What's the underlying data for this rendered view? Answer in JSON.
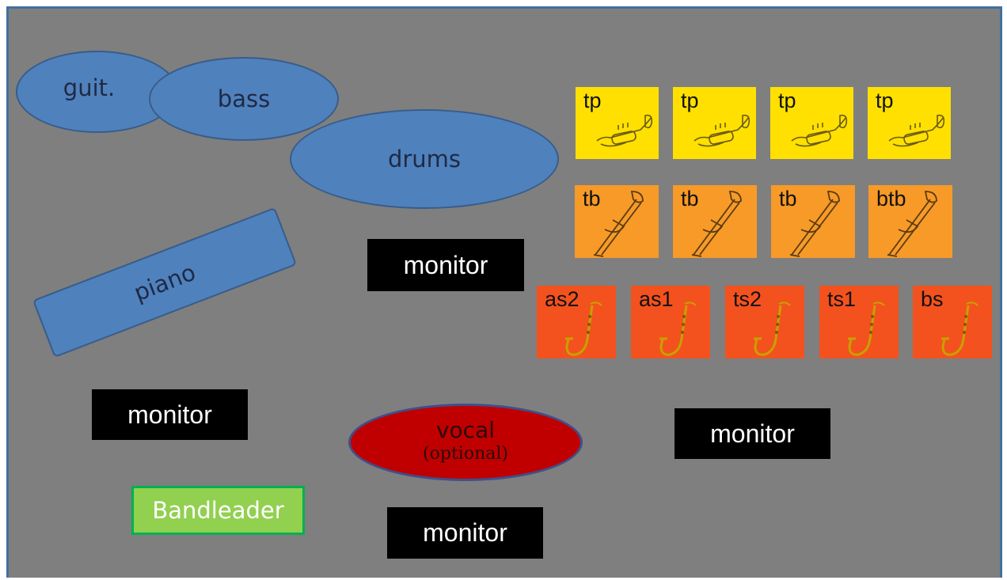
{
  "rhythm": {
    "guitar": "guit.",
    "bass": "bass",
    "drums": "drums",
    "piano": "piano"
  },
  "trumpets": [
    "tp",
    "tp",
    "tp",
    "tp"
  ],
  "trombones": [
    "tb",
    "tb",
    "tb",
    "btb"
  ],
  "saxophones": [
    "as2",
    "as1",
    "ts2",
    "ts1",
    "bs"
  ],
  "monitors": [
    "monitor",
    "monitor",
    "monitor",
    "monitor"
  ],
  "vocal": {
    "label": "vocal",
    "note": "(optional)"
  },
  "bandleader": "Bandleader",
  "colors": {
    "background": "#7f7f7f",
    "border": "#41719c",
    "rhythm": "#4f81bd",
    "trumpet": "#ffe000",
    "trombone": "#f79a28",
    "sax": "#f3521e",
    "vocal": "#c00000",
    "bandleader": "#92d050"
  }
}
